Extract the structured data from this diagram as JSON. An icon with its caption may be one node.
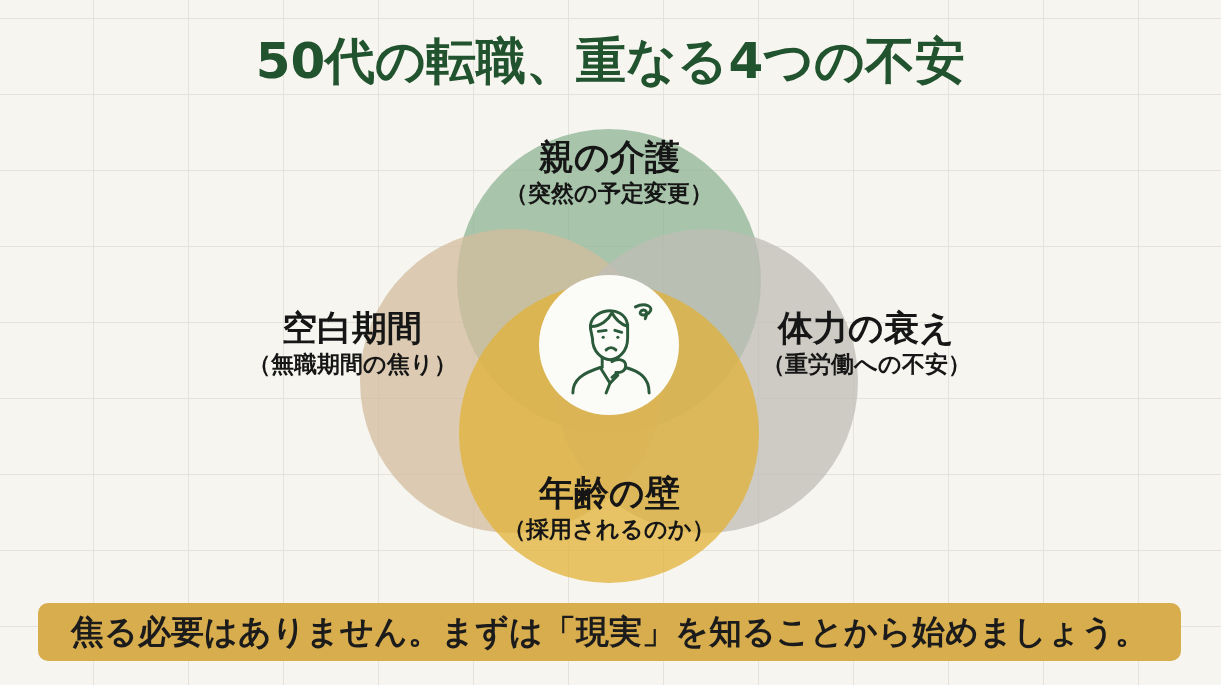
{
  "diagram": {
    "title": "50代の転職、重なる4つの不安",
    "nodes": [
      {
        "text": [
          "親の介護",
          "（突然の予定変更）"
        ]
      },
      {
        "text": [
          "空白期間",
          "（無職期間の焦り）"
        ]
      },
      {
        "text": [],
        "shape": "circle"
      },
      {
        "text": [
          "体力の衰え",
          "（重労働への不安）"
        ]
      },
      {
        "text": [
          "年齢の壁",
          "（採用されるのか）"
        ]
      },
      {
        "text": [
          "焦る必要はありません。まずは「現実」を知ることから始めましょう。"
        ]
      }
    ]
  }
}
